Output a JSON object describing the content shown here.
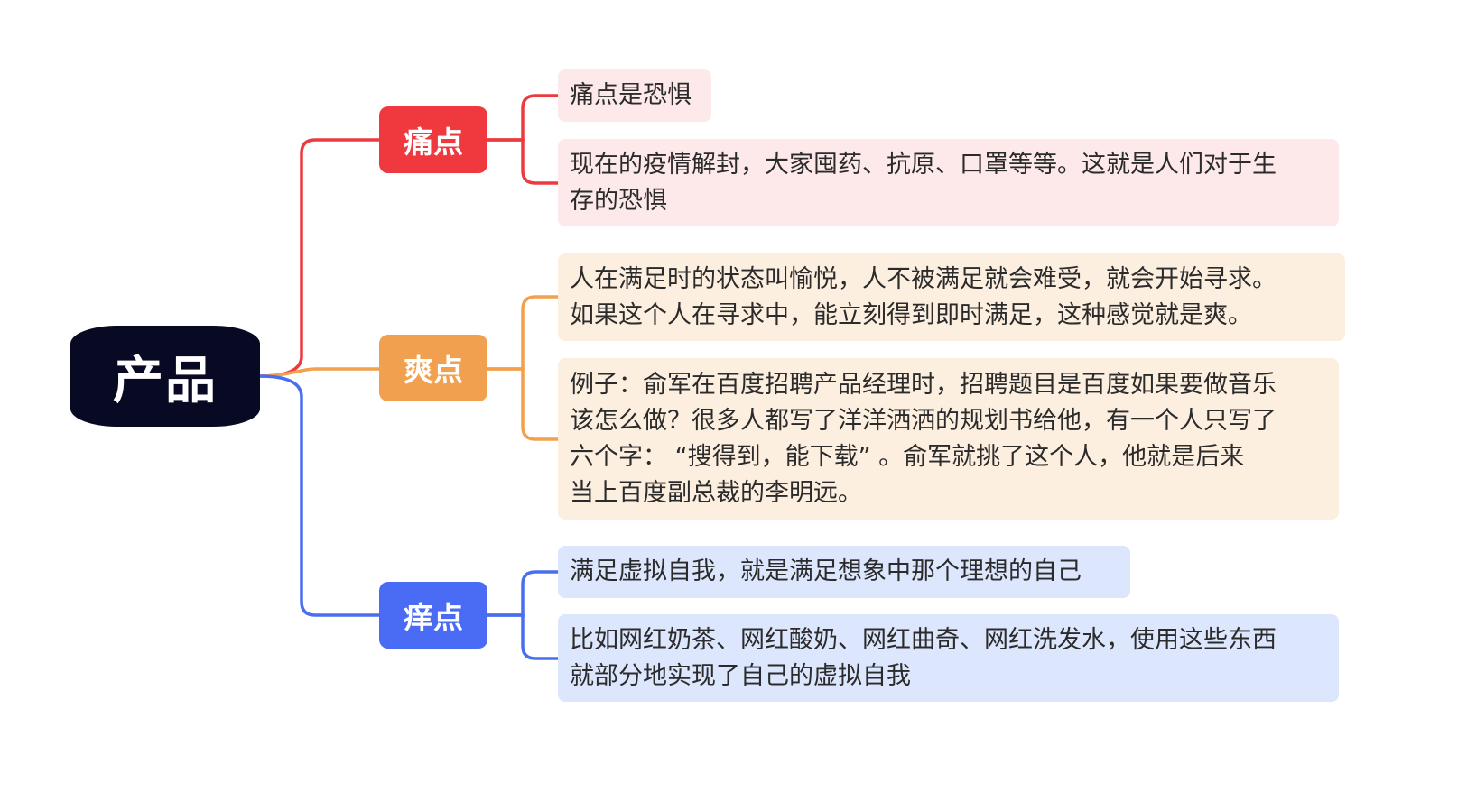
{
  "root": {
    "label": "产品",
    "color": "#080a24"
  },
  "branches": [
    {
      "label": "痛点",
      "color": "#f0393e",
      "line_color": "#ec3b3f",
      "leaf_bg": "#fde9e9",
      "leaves": [
        "痛点是恐惧",
        "现在的疫情解封，大家囤药、抗原、口罩等等。这就是人们对于生\n存的恐惧"
      ]
    },
    {
      "label": "爽点",
      "color": "#f1a04f",
      "line_color": "#f2a04c",
      "leaf_bg": "#fdefe0",
      "leaves": [
        "人在满足时的状态叫愉悦，人不被满足就会难受，就会开始寻求。\n如果这个人在寻求中，能立刻得到即时满足，这种感觉就是爽。",
        "例子：俞军在百度招聘产品经理时，招聘题目是百度如果要做音乐\n该怎么做？很多人都写了洋洋洒洒的规划书给他，有一个人只写了\n六个字：  “搜得到，能下载” 。俞军就挑了这个人，他就是后来\n当上百度副总裁的李明远。"
      ]
    },
    {
      "label": "痒点",
      "color": "#4a6cf4",
      "line_color": "#4a6ef0",
      "leaf_bg": "#dce6fd",
      "leaves": [
        "满足虚拟自我，就是满足想象中那个理想的自己",
        "比如网红奶茶、网红酸奶、网红曲奇、网红洗发水，使用这些东西\n就部分地实现了自己的虚拟自我"
      ]
    }
  ]
}
